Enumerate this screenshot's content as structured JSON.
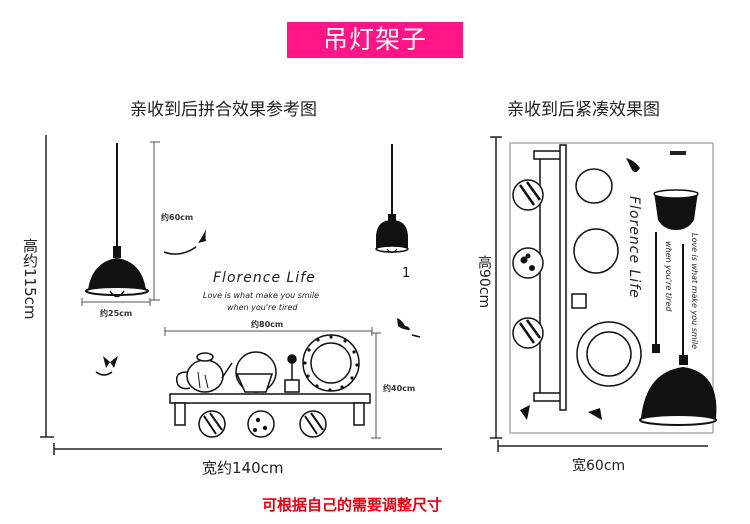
{
  "header": {
    "title": "吊灯架子",
    "accent_color": "#ff1586"
  },
  "left_panel": {
    "caption": "亲收到后拼合效果参考图",
    "height_label": "高约115cm",
    "width_label": "宽约140cm",
    "lamp_width_label": "约25cm",
    "cord_length_label": "约60cm",
    "shelf_width_label": "约80cm",
    "shelf_height_label": "约40cm",
    "marker": "1",
    "slogan_title": "Florence Life",
    "slogan_line1": "Love is what make you smile",
    "slogan_line2": "when you're tired"
  },
  "right_panel": {
    "caption": "亲收到后紧凑效果图",
    "height_label": "高90cm",
    "width_label": "宽60cm",
    "slogan_title": "Florence Life",
    "slogan_line1": "Love is what make you smile",
    "slogan_line2": "when you're tired"
  },
  "footer": {
    "note": "可根据自己的需要调整尺寸",
    "note_color": "#e60012"
  }
}
